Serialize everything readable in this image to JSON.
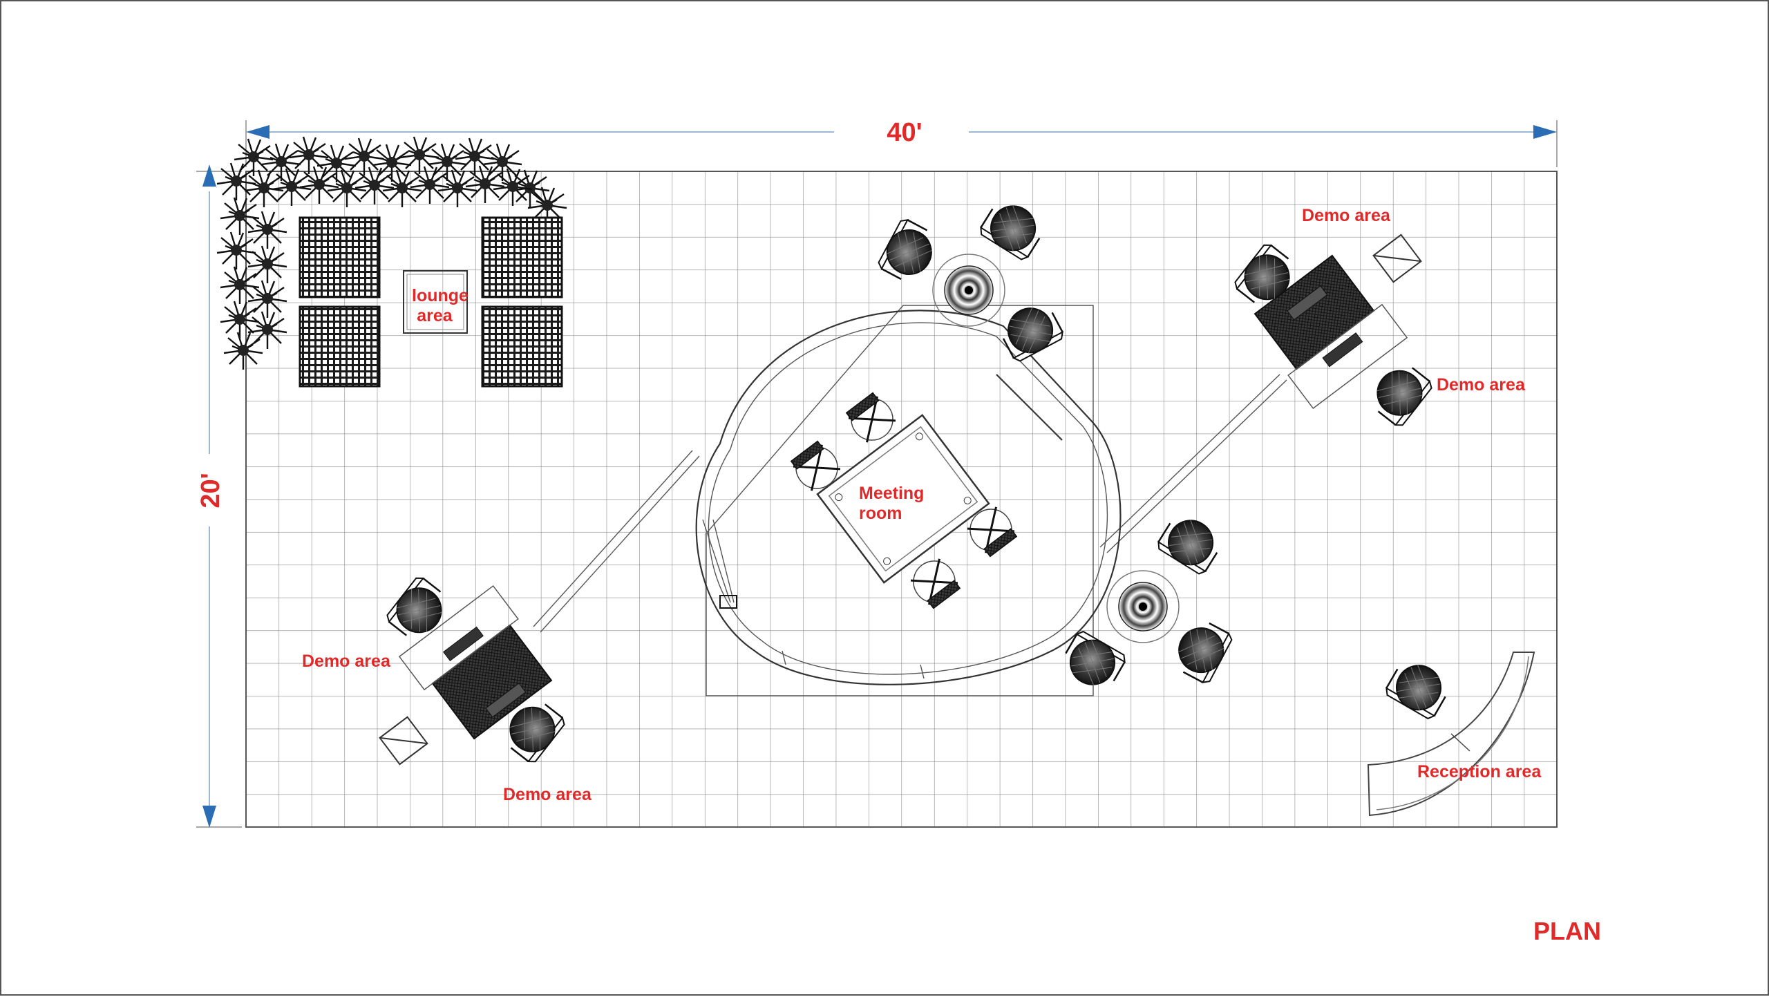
{
  "dimensions": {
    "width_label": "40'",
    "depth_label": "20'"
  },
  "labels": {
    "lounge_line1": "lounge",
    "lounge_line2": "area",
    "meeting_line1": "Meeting",
    "meeting_line2": "room",
    "demo_top_right": "Demo area",
    "demo_right": "Demo area",
    "demo_left": "Demo area",
    "demo_bottom": "Demo area",
    "reception": "Reception area",
    "plan_title": "PLAN"
  },
  "colors": {
    "label": "#e02a2a",
    "arrow": "#2a6db5",
    "grid": "#8a8a8a",
    "furniture": "#1a1a1a"
  },
  "grid": {
    "columns": 40,
    "rows": 20
  }
}
